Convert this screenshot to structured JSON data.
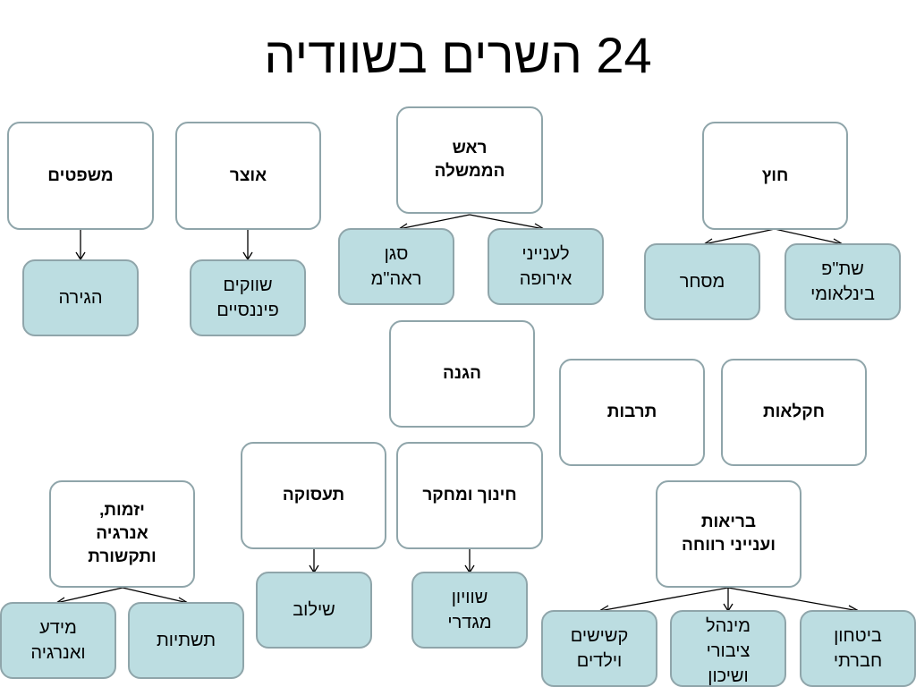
{
  "title": "24 השרים בשוודיה",
  "nodes": {
    "rosh": "ראש\nהממשלה",
    "lenyeni_eiropa": "לענייני\nאירופה",
    "sgan": "סגן\nראה\"מ",
    "hutz": "חוץ",
    "shatp": "שת\"פ\nבינלאומי",
    "mishar": "מסחר",
    "otzar": "אוצר",
    "shvakim": "שווקים\nפיננסיים",
    "mishpatim": "משפטים",
    "hagira": "הגירה",
    "hagana": "הגנה",
    "chaklaut": "חקלאות",
    "tarbut": "תרבות",
    "chinuch": "חינוך ומחקר",
    "shivyon": "שוויון\nמגדרי",
    "taasuka": "תעסוקה",
    "shiluv": "שילוב",
    "yazamut": "יזמות,\nאנרגיה\nותקשורת",
    "tashtiyot": "תשתיות",
    "meida": "מידע\nואנרגיה",
    "briut": "בריאות\nוענייני רווחה",
    "bitachon": "ביטחון\nחברתי",
    "minhal": "מינהל\nציבורי\nושיכון",
    "kshishim": "קשישים\nוילדים"
  }
}
